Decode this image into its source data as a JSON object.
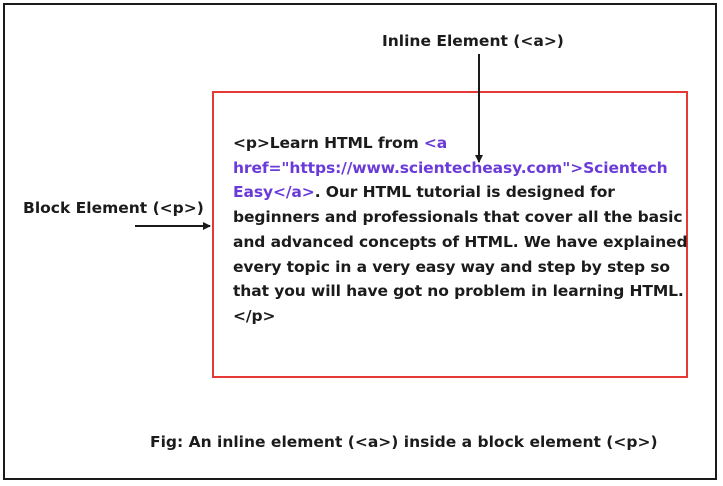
{
  "labels": {
    "inline_element": "Inline Element (<a>)",
    "block_element": "Block Element (<p>)"
  },
  "code": {
    "line1_pre": "<p>Learn HTML from ",
    "line1_anchor": "<a",
    "line2_anchor": "href=\"https://www.scientecheasy.com\">Scientech",
    "line3_anchor": "Easy</a>",
    "line3_post": ". Our HTML tutorial is designed for",
    "line4": "beginners and professionals that cover all the basic",
    "line5": "and advanced concepts of HTML. We have explained",
    "line6": "every topic in a very easy way and step by step so",
    "line7": "that you will have got no problem in learning HTML.",
    "line8": "</p>"
  },
  "caption": "Fig: An inline element (<a>) inside a block element (<p>)",
  "colors": {
    "block_box_border": "#e53935",
    "anchor_text": "#6a3bd8",
    "text": "#1b1b1b",
    "frame": "#1a1a1a"
  }
}
